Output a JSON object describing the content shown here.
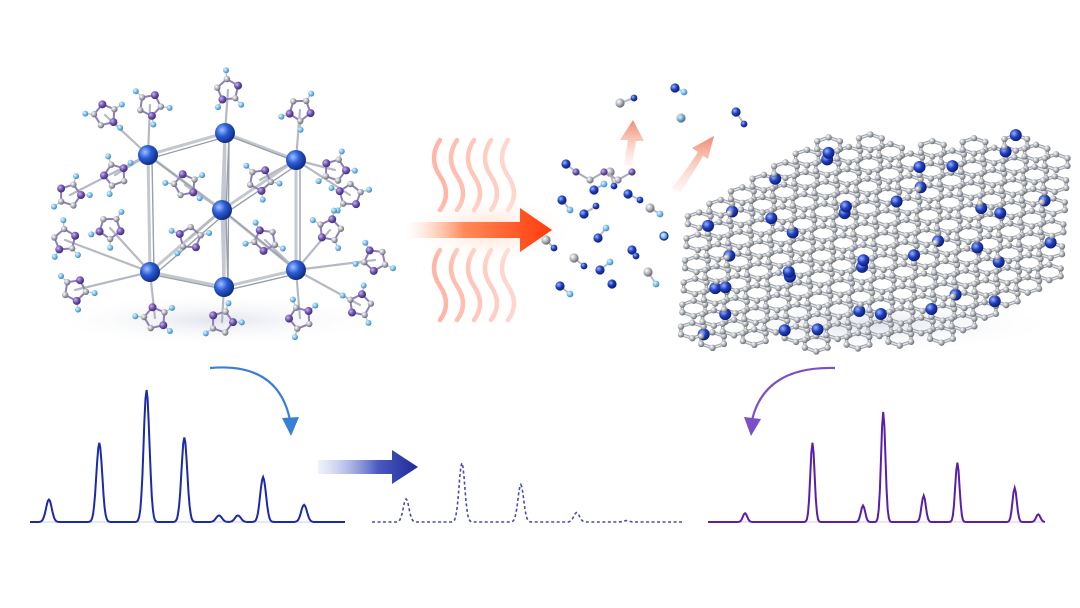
{
  "colors": {
    "background": "#ffffff",
    "metal_node": "#1f4fbf",
    "linker_atom": "#6a4fa8",
    "hydrogen_atom": "#6fb6e6",
    "bond": "#b9bec6",
    "carbon_atom": "#a9adb3",
    "nitrogen_atom": "#1f3fbf",
    "heat_wave": "#ff7a5c",
    "reaction_arrow": "#ff4a14",
    "gas_arrow": "#f4a08a",
    "spectrum_left": "#1a2aa8",
    "spectrum_middle": "#4a4ab0",
    "spectrum_right": "#5a1ea8",
    "curve_arrow_left": "#3a7fd6",
    "curve_arrow_right": "#7a4fc8",
    "transfer_arrow": "#2a3aa8"
  },
  "panels": {
    "precursor": "metal-organic-cage-structure",
    "process": "thermal-decomposition-with-gas-release",
    "product": "nitrogen-doped-carbon-sheet"
  },
  "spectra": {
    "left": [
      {
        "pos": 0.06,
        "h": 0.17
      },
      {
        "pos": 0.22,
        "h": 0.6
      },
      {
        "pos": 0.37,
        "h": 1.0
      },
      {
        "pos": 0.49,
        "h": 0.64
      },
      {
        "pos": 0.6,
        "h": 0.05
      },
      {
        "pos": 0.66,
        "h": 0.05
      },
      {
        "pos": 0.74,
        "h": 0.34
      },
      {
        "pos": 0.87,
        "h": 0.13
      }
    ],
    "middle": [
      {
        "pos": 0.11,
        "h": 0.32
      },
      {
        "pos": 0.29,
        "h": 0.82
      },
      {
        "pos": 0.48,
        "h": 0.52
      },
      {
        "pos": 0.66,
        "h": 0.13
      },
      {
        "pos": 0.82,
        "h": 0.02
      }
    ],
    "right": [
      {
        "pos": 0.11,
        "h": 0.08
      },
      {
        "pos": 0.31,
        "h": 0.72
      },
      {
        "pos": 0.46,
        "h": 0.15
      },
      {
        "pos": 0.52,
        "h": 1.0
      },
      {
        "pos": 0.64,
        "h": 0.24
      },
      {
        "pos": 0.74,
        "h": 0.54
      },
      {
        "pos": 0.91,
        "h": 0.31
      },
      {
        "pos": 0.98,
        "h": 0.07
      }
    ]
  }
}
